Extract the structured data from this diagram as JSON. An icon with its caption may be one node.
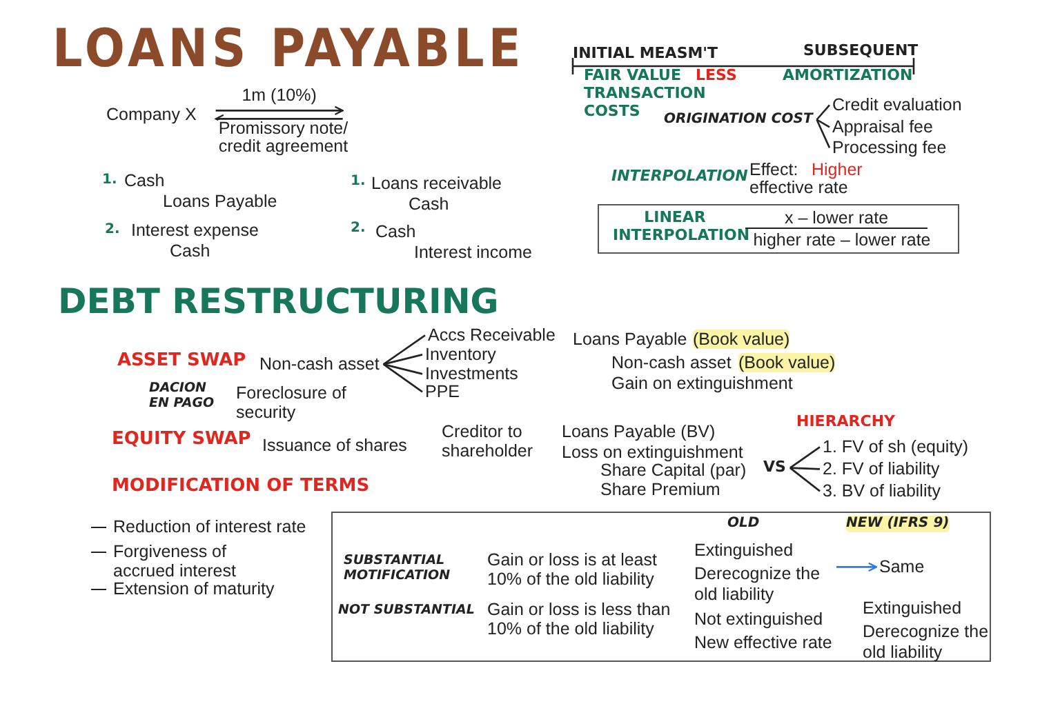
{
  "diagram": {
    "title": "LOANS PAYABLE",
    "nodes": [
      {
        "text": [
          "Company X"
        ]
      },
      {
        "text": [
          "ORIGINATION COST"
        ]
      },
      {
        "text": [
          "Credit evaluation"
        ]
      },
      {
        "text": [
          "Appraisal fee"
        ]
      },
      {
        "text": [
          "Processing fee"
        ]
      },
      {
        "text": [
          "Non-cash asset"
        ]
      },
      {
        "text": [
          "Accs Receivable"
        ]
      },
      {
        "text": [
          "Inventory"
        ]
      },
      {
        "text": [
          "Investments"
        ]
      },
      {
        "text": [
          "PPE"
        ]
      },
      {
        "text": [
          "VS"
        ]
      },
      {
        "text": [
          "1. FV of sh (equity)"
        ]
      },
      {
        "text": [
          "2. FV of liability"
        ]
      },
      {
        "text": [
          "3. BV of liability"
        ]
      },
      {
        "text": [
          "LINEAR INTERPOLATION",
          "x – lower rate",
          "higher rate – lower rate"
        ]
      },
      {
        "text": [],
        "shape": "box"
      },
      {
        "text": [
          "OLD"
        ],
        "in": 15
      },
      {
        "text": [
          "NEW (IFRS 9)"
        ],
        "in": 15
      },
      {
        "text": [
          "SUBSTANTIAL MOTIFICATION"
        ],
        "in": 15
      },
      {
        "text": [
          "Gain or loss is at least 10% of the old liability"
        ],
        "in": 15
      },
      {
        "text": [
          "Extinguished",
          "Derecognize the old liability"
        ],
        "in": 15
      },
      {
        "text": [
          "Same"
        ],
        "in": 15
      },
      {
        "text": [
          "NOT SUBSTANTIAL"
        ],
        "in": 15
      },
      {
        "text": [
          "Gain or loss is less than 10% of the old liability"
        ],
        "in": 15
      },
      {
        "text": [
          "Not extinguished",
          "New effective rate"
        ],
        "in": 15
      },
      {
        "text": [
          "Extinguished",
          "Derecognize the old liability"
        ],
        "in": 15
      }
    ],
    "edges": [
      {
        "from": 0,
        "to": null,
        "arrow": "to",
        "label": "1m (10%)"
      },
      {
        "from": null,
        "to": 0,
        "arrow": "to",
        "label": "Promissory note/ credit agreement"
      },
      {
        "from": 1,
        "to": 2,
        "arrow": "none"
      },
      {
        "from": 1,
        "to": 3,
        "arrow": "none"
      },
      {
        "from": 1,
        "to": 4,
        "arrow": "none"
      },
      {
        "from": 5,
        "to": 6,
        "arrow": "none"
      },
      {
        "from": 5,
        "to": 7,
        "arrow": "none"
      },
      {
        "from": 5,
        "to": 8,
        "arrow": "none"
      },
      {
        "from": 5,
        "to": 9,
        "arrow": "none"
      },
      {
        "from": 10,
        "to": 11,
        "arrow": "none"
      },
      {
        "from": 10,
        "to": 12,
        "arrow": "none"
      },
      {
        "from": 10,
        "to": 13,
        "arrow": "none"
      },
      {
        "from": 20,
        "to": 21,
        "arrow": "to",
        "color": "#2a7de1"
      }
    ],
    "labels": [
      "INITIAL MEASM'T",
      "SUBSEQUENT",
      "FAIR VALUE",
      "LESS",
      "TRANSACTION COSTS",
      "AMORTIZATION",
      "1.",
      "Cash",
      "Loans Payable",
      "2.",
      "Interest expense",
      "Cash",
      "1.",
      "Loans receivable",
      "Cash",
      "2.",
      "Cash",
      "Interest income",
      "INTERPOLATION",
      "Effect:",
      "Higher",
      "effective rate",
      "DEBT RESTRUCTURING",
      "ASSET SWAP",
      "Loans Payable",
      "(Book value)",
      "Non-cash asset",
      "(Book value)",
      "Gain on extinguishment",
      "DACION EN PAGO",
      "Foreclosure of security",
      "EQUITY SWAP",
      "Issuance of shares",
      "Creditor to shareholder",
      "Loans Payable (BV)",
      "Loss on extinguishment",
      "Share Capital (par)",
      "Share Premium",
      "HIERARCHY",
      "MODIFICATION OF TERMS",
      "Reduction of interest rate",
      "Forgiveness of accrued interest",
      "Extension of maturity"
    ]
  }
}
